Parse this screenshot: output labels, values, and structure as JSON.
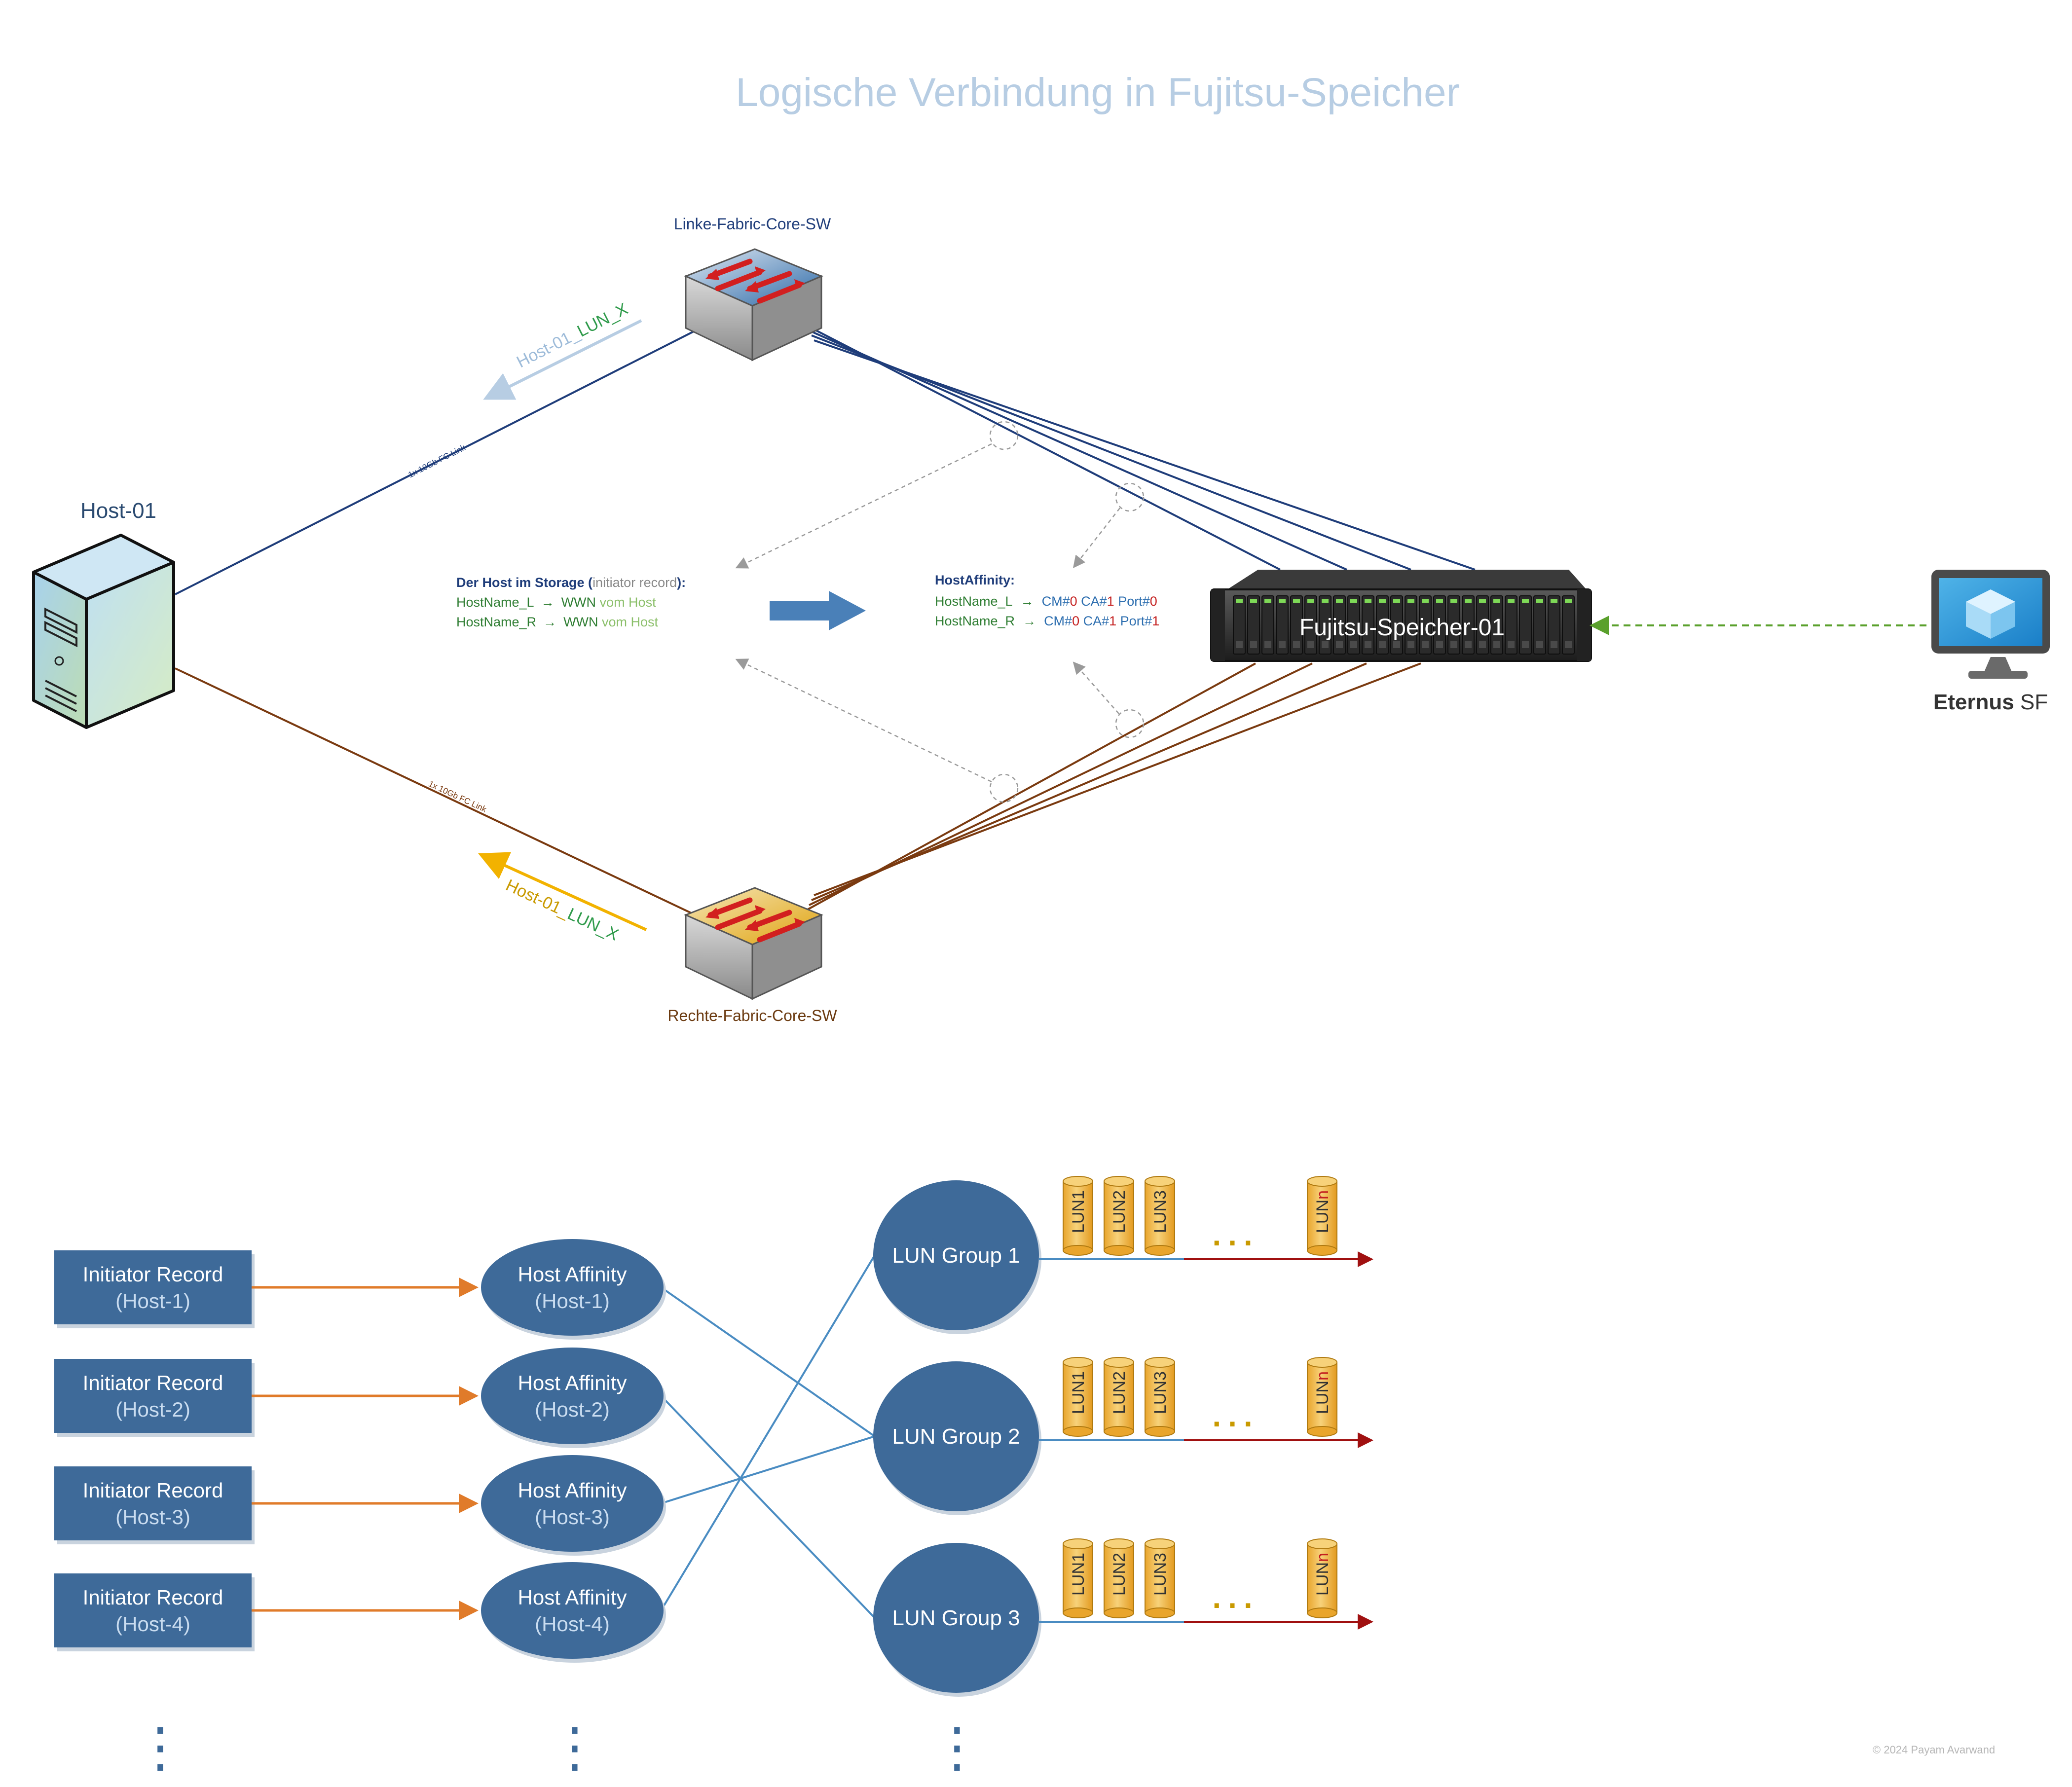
{
  "title": "Logische Verbindung in Fujitsu-Speicher",
  "colors": {
    "title": "#b7cde3",
    "blue_link": "#1f3d7a",
    "brown_link": "#7a3a10",
    "box_fill": "#3e6a99",
    "orange_arrow": "#e07b2a",
    "lun_link": "#4a8cc2",
    "lun_cylinder": "#f0b640",
    "dark_red": "#a01010",
    "green_text": "#2e7d32",
    "dashed_green": "#5aa02c",
    "yellow_arrow": "#f2b200"
  },
  "top": {
    "host_label": "Host-01",
    "left_switch_label": "Linke-Fabric-Core-SW",
    "right_switch_label": "Rechte-Fabric-Core-SW",
    "storage_label": "Fujitsu-Speicher-01",
    "link_label_upper": "1x 10Gb FC Link",
    "link_label_lower": "1x 10Gb FC Link",
    "lun_label_upper": {
      "prefix": "Host-01_",
      "suffix": "LUN_X"
    },
    "lun_label_lower": {
      "prefix": "Host-01_",
      "suffix": "LUN_X"
    },
    "eternus": {
      "bold": "Eternus",
      "regular": " SF"
    },
    "initiator_box": {
      "heading_bold": "Der Host im Storage (",
      "heading_gray": "initiator record",
      "heading_end": "):",
      "lines": [
        {
          "name": "HostName_L",
          "arrow": "→",
          "wwn": "WWN",
          "rest": " vom Host"
        },
        {
          "name": "HostName_R",
          "arrow": "→",
          "wwn": "WWN",
          "rest": " vom Host"
        }
      ]
    },
    "affinity_box": {
      "heading": "HostAffinity:",
      "lines": [
        {
          "name": "HostName_L",
          "arrow": "→",
          "cm": "CM#",
          "cm_n": "0",
          "ca": " CA#",
          "ca_n": "1",
          "port": " Port#",
          "port_n": "0"
        },
        {
          "name": "HostName_R",
          "arrow": "→",
          "cm": "CM#",
          "cm_n": "0",
          "ca": " CA#",
          "ca_n": "1",
          "port": " Port#",
          "port_n": "1"
        }
      ]
    }
  },
  "bottom": {
    "initiator_records": [
      {
        "line1": "Initiator Record",
        "line2": "(Host-1)"
      },
      {
        "line1": "Initiator Record",
        "line2": "(Host-2)"
      },
      {
        "line1": "Initiator Record",
        "line2": "(Host-3)"
      },
      {
        "line1": "Initiator Record",
        "line2": "(Host-4)"
      }
    ],
    "host_affinities": [
      {
        "line1": "Host Affinity",
        "line2": "(Host-1)"
      },
      {
        "line1": "Host Affinity",
        "line2": "(Host-2)"
      },
      {
        "line1": "Host Affinity",
        "line2": "(Host-3)"
      },
      {
        "line1": "Host Affinity",
        "line2": "(Host-4)"
      }
    ],
    "lun_groups": [
      {
        "label": "LUN Group 1"
      },
      {
        "label": "LUN Group 2"
      },
      {
        "label": "LUN Group 3"
      }
    ],
    "luns": [
      {
        "prefix": "LUN",
        "suffix": "1"
      },
      {
        "prefix": "LUN",
        "suffix": "2"
      },
      {
        "prefix": "LUN",
        "suffix": "3"
      },
      {
        "prefix": "LUN",
        "suffix": "n"
      }
    ],
    "ellipsis": "...",
    "vertical_dots": "⋮",
    "mapping": [
      {
        "host_affinity": "(Host-1)",
        "lun_group": "LUN Group 2"
      },
      {
        "host_affinity": "(Host-2)",
        "lun_group": "LUN Group 3"
      },
      {
        "host_affinity": "(Host-3)",
        "lun_group": "LUN Group 2"
      },
      {
        "host_affinity": "(Host-4)",
        "lun_group": "LUN Group 1"
      }
    ]
  },
  "copyright": "© 2024 Payam Avarwand",
  "icons": {
    "server": "server-tower-icon",
    "switch": "network-switch-icon",
    "storage": "storage-array-icon",
    "monitor": "monitor-cube-icon"
  }
}
